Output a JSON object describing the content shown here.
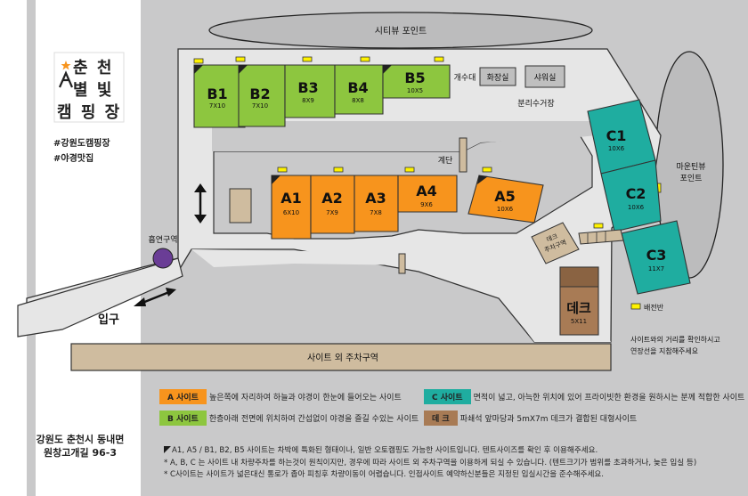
{
  "brand": {
    "line1": "춘 천",
    "line2": "별 빛",
    "line3": "캠 핑 장"
  },
  "tags": [
    "#강원도캠핑장",
    "#야경맛집"
  ],
  "address": [
    "강원도 춘천시 동내면",
    "원창고개길 96-3"
  ],
  "map": {
    "city_view": "시티뷰 포인트",
    "mountain_view": [
      "마운틴뷰",
      "포인트"
    ],
    "entrance": "입구",
    "smoking": "흡연구역",
    "stairs": "계단",
    "sink": "개수대",
    "restroom": "화장실",
    "shower": "샤워실",
    "recycle": "분리수거장",
    "deck_parking": [
      "데크",
      "주차구역"
    ],
    "deck": {
      "label": "데크",
      "size": "5X11"
    },
    "outside_parking": "사이트 외 주차구역",
    "distribution_box": "배전반",
    "distribution_note": [
      "사이트와의 거리를 확인하시고",
      "연장선을 지참해주세요"
    ]
  },
  "sites": {
    "B": [
      {
        "label": "B1",
        "size": "7X10"
      },
      {
        "label": "B2",
        "size": "7X10"
      },
      {
        "label": "B3",
        "size": "8X9"
      },
      {
        "label": "B4",
        "size": "8X8"
      },
      {
        "label": "B5",
        "size": "10X5"
      }
    ],
    "A": [
      {
        "label": "A1",
        "size": "6X10"
      },
      {
        "label": "A2",
        "size": "7X9"
      },
      {
        "label": "A3",
        "size": "7X8"
      },
      {
        "label": "A4",
        "size": "9X6"
      },
      {
        "label": "A5",
        "size": "10X6"
      }
    ],
    "C": [
      {
        "label": "C1",
        "size": "10X6"
      },
      {
        "label": "C2",
        "size": "10X6"
      },
      {
        "label": "C3",
        "size": "11X7"
      }
    ]
  },
  "legend": {
    "a_badge": "A 사이트",
    "a_text": "높은쪽에 자리하여 하늘과 야경이 한눈에 들어오는 사이트",
    "b_badge": "B 사이트",
    "b_text": "한층아래 전면에 위치하여 간섭없이 야경을 즐길 수있는 사이트",
    "c_badge": "C 사이트",
    "c_text": "면적이 넓고, 아늑한 위치에 있어 프라이빗한 환경을 원하시는 분께 적합한 사이트",
    "deck_badge": "데  크",
    "deck_text": "파쇄석 앞마당과 5mX7m 데크가 결합된 대형사이트"
  },
  "notes": [
    "A1, A5 / B1, B2, B5 사이트는 차박에 특화된 형태이나, 일반 오토캠핑도 가능한 사이트입니다. 텐트사이즈를 확인 후 이용해주세요.",
    "* A, B, C 는 사이트 내 차량주차를 하는것이 원칙이지만, 경우에 따라 사이트 외 주차구역을 이용하게 되실 수 있습니다. (텐트크기가 범위를 초과하거나, 늦은 입실 등)",
    "* C사이트는 사이트가 넓은대신 통로가 좁아 피칭후 차량이동이 어렵습니다. 인접사이트 예약하신분들은 지정된 입실시간을 준수해주세요."
  ],
  "colors": {
    "A": "#f7941d",
    "B": "#8dc63f",
    "C": "#1fada0",
    "deck": "#a87b55",
    "ground": "#c9c9ca",
    "road": "#e6e6e6",
    "outline": "#333333"
  }
}
